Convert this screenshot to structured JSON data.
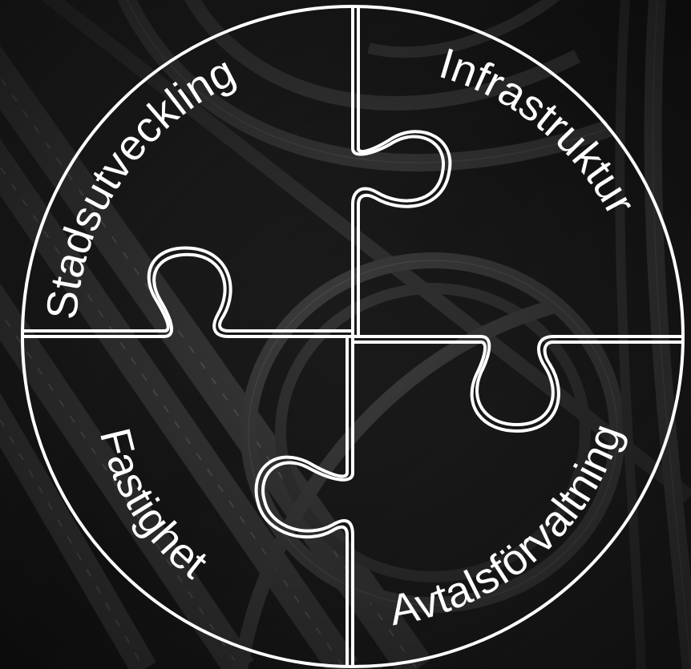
{
  "image": {
    "description_hidden": "",
    "background": "aerial-highway-interchange",
    "overlay_color": "#ffffff"
  },
  "puzzle": {
    "pieces": [
      {
        "label": "Stadsutveckling"
      },
      {
        "label": "Infrastruktur"
      },
      {
        "label": "Fastighet"
      },
      {
        "label": "Avtalsförvaltning"
      }
    ]
  },
  "colors": {
    "road_dark": "#2a2a2a",
    "road_light": "#3c3c3c",
    "ground": "#1b1b1b",
    "lines": "#ffffff"
  }
}
